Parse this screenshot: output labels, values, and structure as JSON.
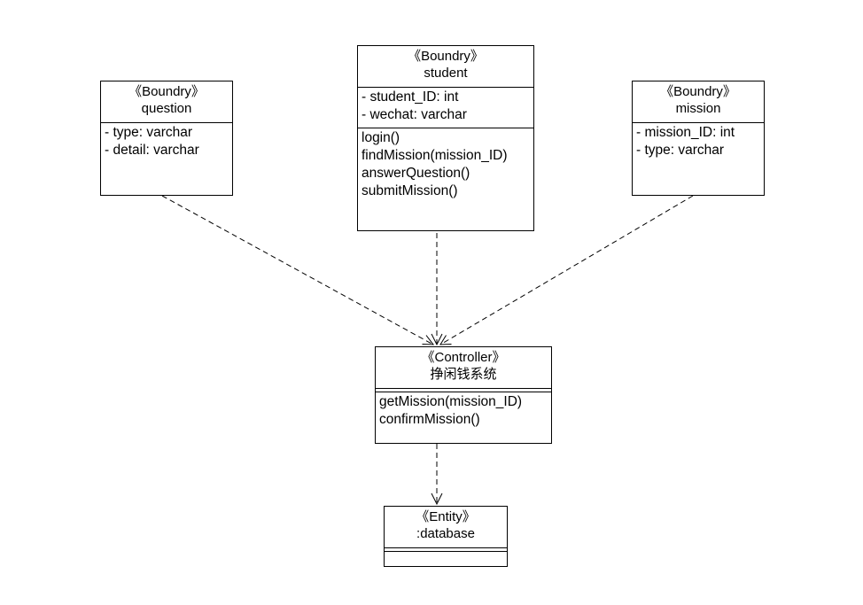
{
  "diagram": {
    "classes": {
      "question": {
        "stereotype": "《Boundry》",
        "name": "question",
        "attributes": [
          "- type: varchar",
          "- detail: varchar"
        ],
        "operations": []
      },
      "student": {
        "stereotype": "《Boundry》",
        "name": "student",
        "attributes": [
          "- student_ID: int",
          "- wechat: varchar"
        ],
        "operations": [
          "login()",
          "findMission(mission_ID)",
          "answerQuestion()",
          "submitMission()"
        ]
      },
      "mission": {
        "stereotype": "《Boundry》",
        "name": "mission",
        "attributes": [
          "- mission_ID: int",
          "- type: varchar"
        ],
        "operations": []
      },
      "controller": {
        "stereotype": "《Controller》",
        "name": "挣闲钱系统",
        "attributes": [],
        "operations": [
          "getMission(mission_ID)",
          "confirmMission()"
        ]
      },
      "database": {
        "stereotype": "《Entity》",
        "name": ":database",
        "attributes": [],
        "operations": []
      }
    },
    "dependencies": [
      {
        "from": "question",
        "to": "controller",
        "style": "dashed-open-arrow"
      },
      {
        "from": "student",
        "to": "controller",
        "style": "dashed-open-arrow"
      },
      {
        "from": "mission",
        "to": "controller",
        "style": "dashed-open-arrow"
      },
      {
        "from": "controller",
        "to": "database",
        "style": "dashed-open-arrow"
      }
    ],
    "colors": {
      "line": "#000000",
      "background": "#ffffff"
    }
  }
}
